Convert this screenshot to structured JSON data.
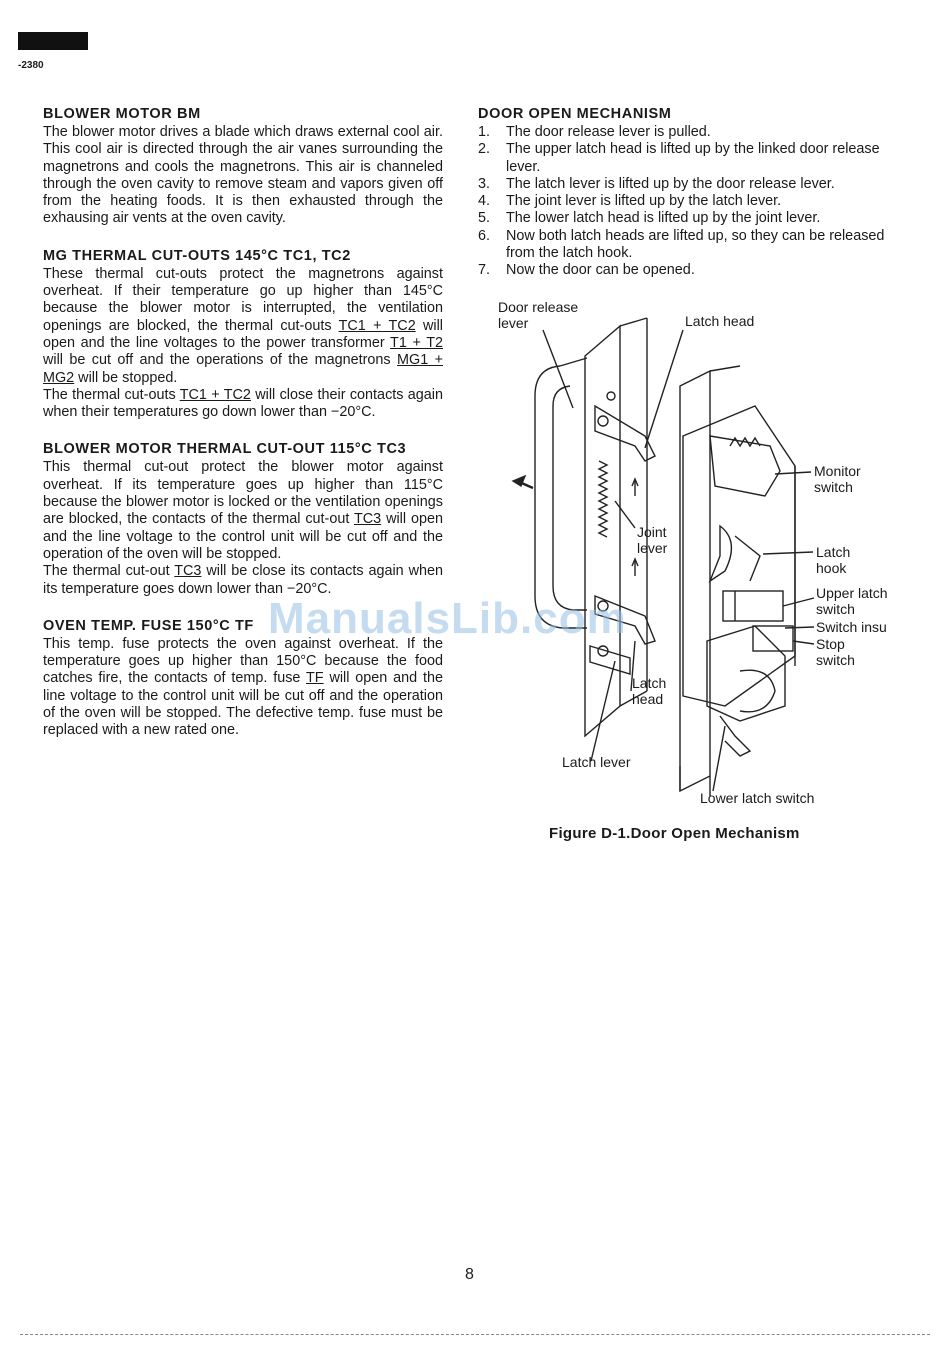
{
  "header": {
    "model": "-2380"
  },
  "left": {
    "s1": {
      "title": "BLOWER MOTOR BM",
      "body": "The blower motor drives a blade which draws external cool air. This cool air is directed through the air vanes surrounding the magnetrons and cools the magnetrons. This air is channeled through the oven cavity to remove steam and vapors given off from the heating foods. It is then exhausted through the exhausing air vents at the oven cavity."
    },
    "s2": {
      "title": "MG THERMAL CUT-OUTS 145°C TC1, TC2",
      "p1a": "These thermal cut-outs protect the magnetrons against overheat. If their temperature go up higher than 145°C because the blower motor is interrupted, the ventilation openings are blocked, the thermal cut-outs ",
      "u1": "TC1 + TC2",
      "p1b": " will open and the line voltages to the power transformer ",
      "u2": "T1 + T2",
      "p1c": " will be cut off and the operations of the magnetrons ",
      "u3": "MG1 + MG2",
      "p1d": " will be stopped.",
      "p2a": "The thermal cut-outs ",
      "u4": "TC1 + TC2",
      "p2b": " will close their contacts again when their temperatures go down lower than −20°C."
    },
    "s3": {
      "title": "BLOWER MOTOR THERMAL CUT-OUT 115°C TC3",
      "p1a": "This thermal cut-out protect the blower motor against overheat. If its temperature goes up higher than 115°C because the blower motor is locked or the ventilation openings are blocked, the contacts of the thermal cut-out ",
      "u1": "TC3",
      "p1b": " will open and the line voltage to the control unit will be cut off and the operation of the oven will be stopped.",
      "p2a": "The thermal cut-out ",
      "u2": "TC3",
      "p2b": " will be close its contacts again when its temperature goes down lower than −20°C."
    },
    "s4": {
      "title": "OVEN TEMP. FUSE 150°C TF",
      "p1a": "This temp. fuse protects the oven against overheat. If the temperature goes up higher than 150°C because the food catches fire, the contacts of temp. fuse ",
      "u1": "TF",
      "p1b": " will open and the line voltage to the control unit will be cut off and the operation of the oven will be stopped. The defective temp. fuse must be replaced with a new rated one."
    }
  },
  "right": {
    "title": "DOOR OPEN MECHANISM",
    "steps": [
      {
        "n": "1.",
        "t": "The door release lever is pulled."
      },
      {
        "n": "2.",
        "t": "The upper latch head is lifted up by the linked door release lever."
      },
      {
        "n": "3.",
        "t": "The latch lever is lifted up by the door release lever."
      },
      {
        "n": "4.",
        "t": "The joint lever is lifted up by the latch lever."
      },
      {
        "n": "5.",
        "t": "The lower latch head is lifted up by the joint lever."
      },
      {
        "n": "6.",
        "t": "Now both latch heads are lifted up, so they can be released from the latch hook."
      },
      {
        "n": "7.",
        "t": "Now the door can be opened."
      }
    ]
  },
  "figure": {
    "labels": {
      "door_release_lever": "Door release\nlever",
      "latch_head_top": "Latch head",
      "monitor_switch": "Monitor\nswitch",
      "joint_lever": "Joint\nlever",
      "latch_hook": "Latch\nhook",
      "upper_latch_switch": "Upper latch\nswitch",
      "switch_insu": "Switch insu",
      "stop_switch": "Stop\nswitch",
      "latch_head_bottom": "Latch\nhead",
      "latch_lever": "Latch lever",
      "lower_latch_switch": "Lower latch switch"
    },
    "caption": "Figure D-1.Door Open Mechanism"
  },
  "watermark": "ManualsLib.com",
  "page_number": "8"
}
